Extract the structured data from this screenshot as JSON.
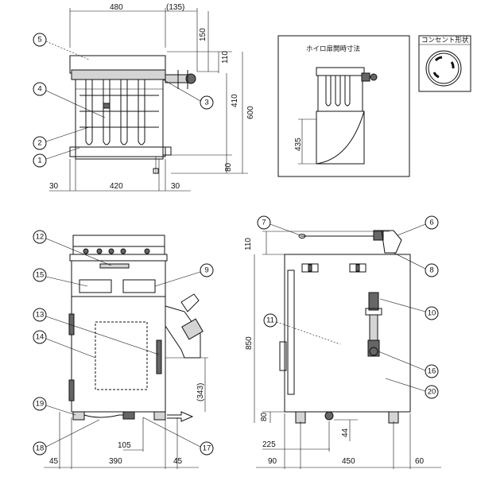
{
  "top_view": {
    "dims": {
      "width": "480",
      "right_offset": "(135)",
      "left_margin": "30",
      "inner_width": "420",
      "right_margin": "30",
      "v150": "150",
      "v110": "110",
      "v410": "410",
      "v80": "80",
      "v600": "600"
    }
  },
  "door_view": {
    "title": "ホイロ扉開時寸法",
    "dim": "435"
  },
  "outlet": {
    "title": "コンセント形状"
  },
  "front_view": {
    "dims": {
      "d343": "(343)",
      "d105": "105",
      "left": "45",
      "width": "390",
      "right": "45"
    }
  },
  "side_view": {
    "dims": {
      "d110": "110",
      "d850": "850",
      "d80": "80",
      "d44": "44",
      "d225": "225",
      "left": "90",
      "depth": "450",
      "right": "60"
    }
  },
  "callouts": [
    "1",
    "2",
    "3",
    "4",
    "5",
    "6",
    "7",
    "8",
    "9",
    "10",
    "11",
    "12",
    "13",
    "14",
    "15",
    "16",
    "17",
    "18",
    "19",
    "20"
  ]
}
